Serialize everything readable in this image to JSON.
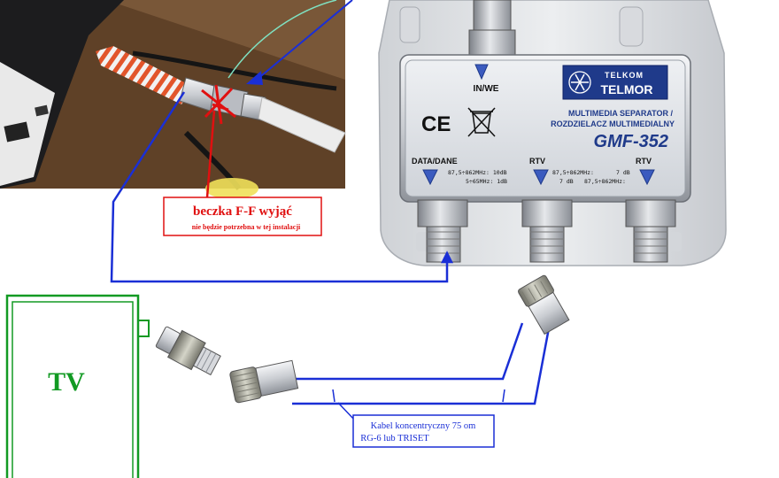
{
  "photo_inset": {
    "title": "beczka F-F wyjąć",
    "subtitle": "nie będzie potrzebna w tej instalacji"
  },
  "splitter": {
    "brand_top": "TELKOM",
    "brand_main": "TELMOR",
    "input_label": "IN/WE",
    "ce_mark": "CE",
    "desc_line1": "MULTIMEDIA SEPARATOR /",
    "desc_line2": "ROZDZIELACZ MULTIMEDIALNY",
    "model": "GMF-352",
    "outputs": [
      {
        "label": "DATA/DANE",
        "spec1": "87,5÷862MHz: 10dB",
        "spec2": "5÷65MHz: 1dB"
      },
      {
        "label": "RTV",
        "spec1": "87,5÷862MHz:",
        "spec2": "7 dB"
      },
      {
        "label": "RTV",
        "spec1": "7 dB",
        "spec2": "87,5÷862MHz:"
      }
    ]
  },
  "tv": {
    "label": "TV"
  },
  "cable_note": {
    "line1": "Kabel koncentryczny 75 om",
    "line2": "RG-6 lub TRISET"
  },
  "colors": {
    "wire_blue": "#1a2fd6",
    "tv_green": "#129a23",
    "annotation_red": "#e01010",
    "brand_navy": "#1f3a8a"
  }
}
